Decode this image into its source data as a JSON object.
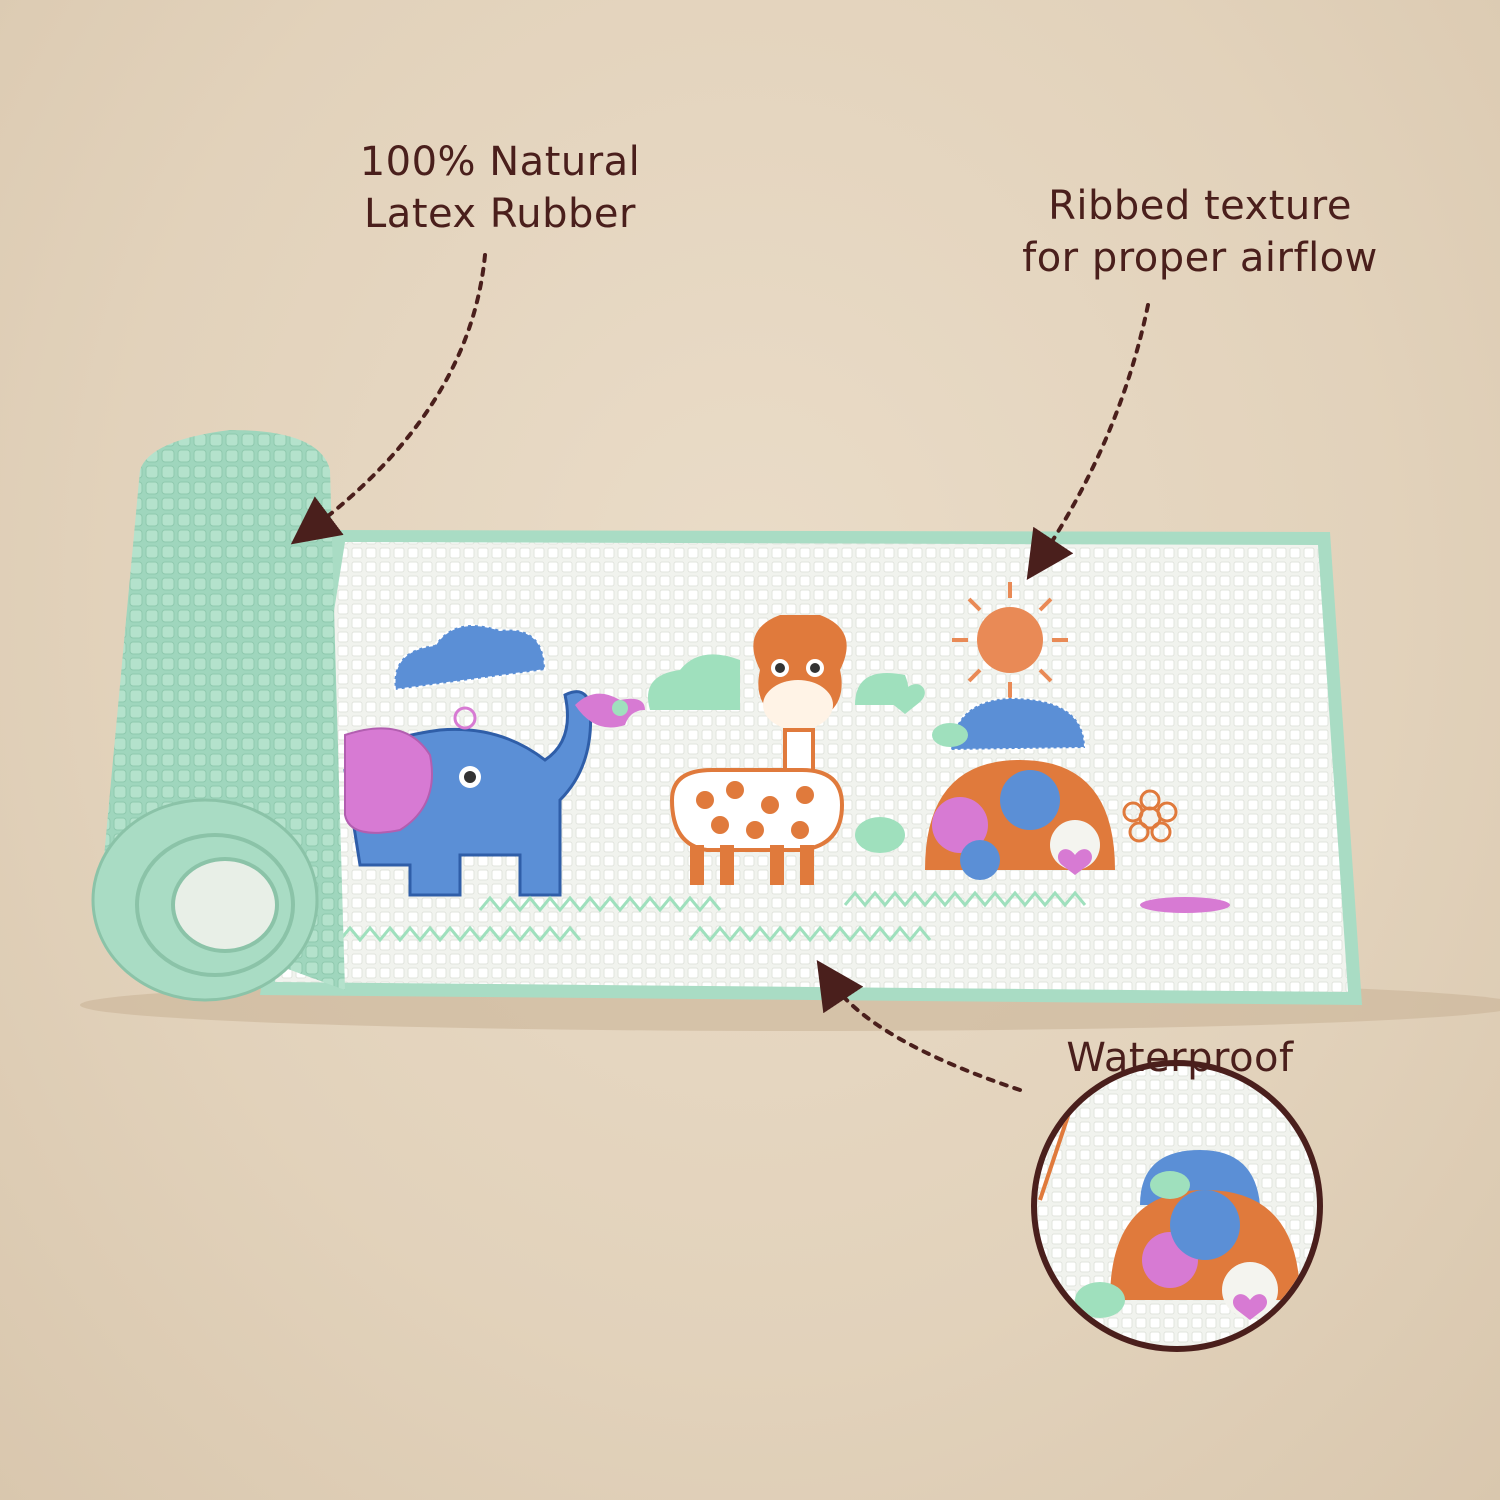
{
  "callouts": {
    "latex": {
      "line1": "100% Natural",
      "line2": "Latex Rubber"
    },
    "ribbed": {
      "line1": "Ribbed texture",
      "line2": "for proper airflow"
    },
    "waterproof": {
      "label": "Waterproof"
    }
  },
  "colors": {
    "background": "#e2d2bb",
    "mat_green": "#a9dcc4",
    "mat_surface": "#f1f3ee",
    "text": "#4a1f1c",
    "elephant": "#5b8fd6",
    "giraffe": "#e07a3c",
    "cloud_green": "#9fe0bd",
    "pink": "#d77ad3"
  }
}
